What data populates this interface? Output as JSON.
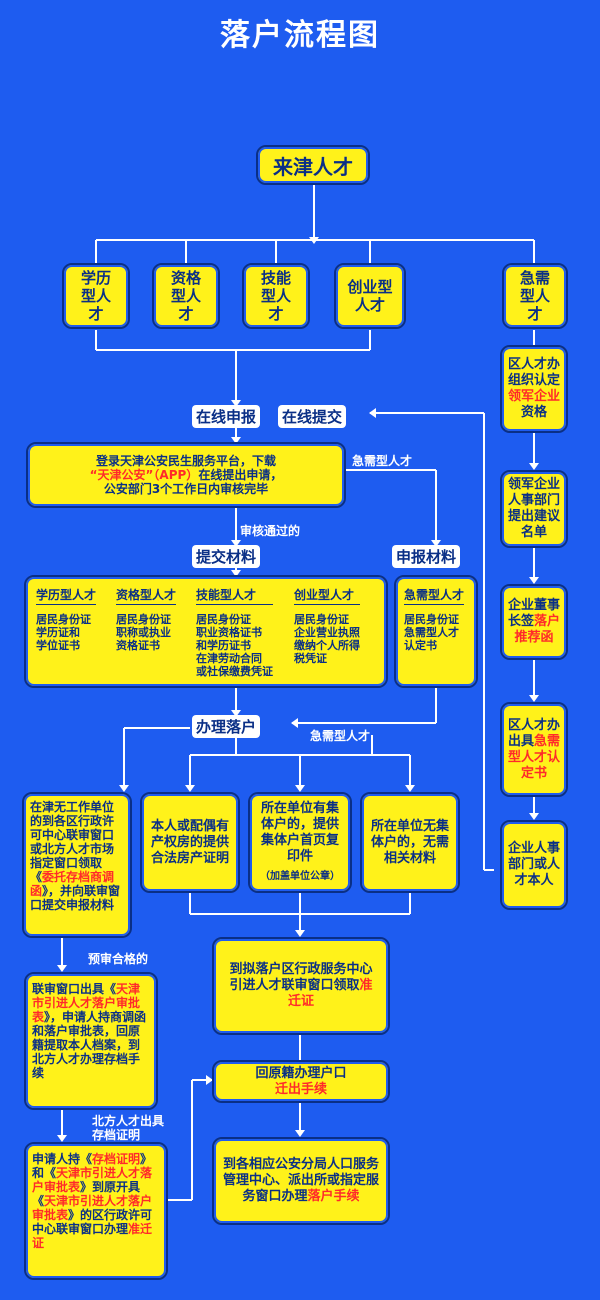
{
  "title": "落户流程图",
  "start": "来津人才",
  "categories": [
    "学历型人才",
    "资格型人才",
    "技能型人才",
    "创业型人才"
  ],
  "urgent_category": "急需型人才",
  "online_apply": "在线申报",
  "online_submit": "在线提交",
  "register": {
    "line1": "登录天津公安民生服务平台，下载",
    "line2_quote": "“天津公安”（APP）",
    "line2_rest": "在线提出申请，",
    "line3": "公安部门3个工作日内审核完毕"
  },
  "urgent_label_1": "急需型人才",
  "approved_label": "审核通过的",
  "submit_materials": "提交材料",
  "declare_materials": "申报材料",
  "materials": [
    {
      "title": "学历型人才",
      "items": "居民身份证\n学历证和\n学位证书"
    },
    {
      "title": "资格型人才",
      "items": "居民身份证\n职称或执业\n资格证书"
    },
    {
      "title": "技能型人才",
      "items": "居民身份证\n职业资格证书\n和学历证书\n在津劳动合同\n或社保缴费凭证"
    },
    {
      "title": "创业型人才",
      "items": "居民身份证\n企业营业执照\n缴纳个人所得\n税凭证"
    }
  ],
  "urgent_materials": {
    "title": "急需型人才",
    "items": "居民身份证\n急需型人才\n认定书"
  },
  "handle_settle": "办理落户",
  "urgent_label_2": "急需型人才",
  "urgent_steps": [
    {
      "text": "区人才办组织认定",
      "red": "领军企业",
      "tail": "资格"
    },
    {
      "text": "领军企业人事部门提出建议名单",
      "red": "",
      "tail": ""
    },
    {
      "text": "企业董事长签",
      "red": "落户推荐函",
      "tail": ""
    },
    {
      "text": "区人才办出具",
      "red": "急需型人才认定书",
      "tail": ""
    },
    {
      "text": "企业人事部门或人才本人",
      "red": "",
      "tail": ""
    }
  ],
  "housing": {
    "a_pre": "在津无工作单位的到各区行政许可中心联审窗口或北方人才市场指定窗口领取《",
    "a_red": "委托存档商调函",
    "a_post": "》，并向联审窗口提交申报材料",
    "b": "本人或配偶有产权房的提供合法房产证明",
    "c": "所在单位有集体户的，提供集体户首页复印件",
    "c_note": "（加盖单位公章）",
    "d": "所在单位无集体户的，无需相关材料"
  },
  "pre_approved": "预审合格的",
  "joint_window": {
    "pre": "联审窗口出具《",
    "red": "天津市引进人才落户审批表",
    "post": "》，申请人持商调函和落户审批表，回原籍提取本人档案，到北方人才办理存档手续"
  },
  "north_label_1": "北方人才出具",
  "north_label_2": "存档证明",
  "final_left": {
    "p1": "申请人持《",
    "r1": "存档证明",
    "p2": "》和《",
    "r2": "天津市引进人才落户审批表",
    "p3": "》到原开具《",
    "r3": "天津市引进人才落户审批表",
    "p4": "》的区行政许可中心联审窗口办理",
    "r4": "准迁证"
  },
  "district_service": {
    "text": "到拟落户区行政服务中心引进人才联审窗口领取",
    "red": "准迁证"
  },
  "hometown": {
    "text": "回原籍办理户口",
    "red": "迁出手续"
  },
  "police_station": {
    "text": "到各相应公安分局人口服务管理中心、派出所或指定服务窗口办理",
    "red": "落户手续"
  },
  "colors": {
    "background": "#1e5cf0",
    "box": "#fff21a",
    "text": "#0a2f86",
    "highlight": "#ff2a2a",
    "connector": "#ffffff"
  }
}
